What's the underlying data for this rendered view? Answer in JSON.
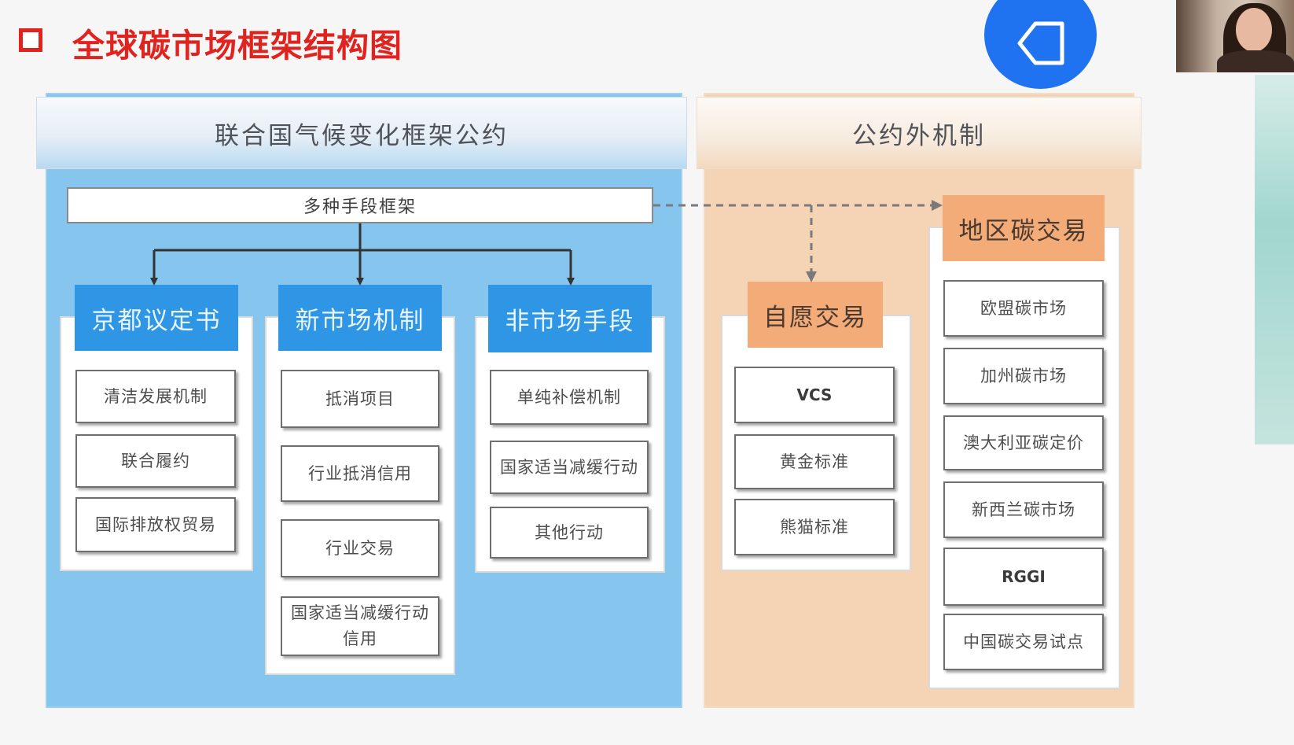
{
  "title": "全球碳市场框架结构图",
  "icons": {
    "title_bullet": "square-outline-icon",
    "back": "back-arrow-icon"
  },
  "colors": {
    "title": "#e0231e",
    "unfccc_bg": "#86c5ee",
    "outer_bg": "#f5d3b5",
    "blue_header": "#2e96e4",
    "orange_header": "#f3ab78",
    "back_button": "#1f73f0"
  },
  "unfccc": {
    "header": "联合国气候变化框架公约",
    "framework": "多种手段框架",
    "groups": [
      {
        "title": "京都议定书",
        "items": [
          "清洁发展机制",
          "联合履约",
          "国际排放权贸易"
        ]
      },
      {
        "title": "新市场机制",
        "items": [
          "抵消项目",
          "行业抵消信用",
          "行业交易",
          "国家适当减缓行动信用"
        ]
      },
      {
        "title": "非市场手段",
        "items": [
          "单纯补偿机制",
          "国家适当减缓行动",
          "其他行动"
        ]
      }
    ]
  },
  "outer": {
    "header": "公约外机制",
    "groups": [
      {
        "title": "自愿交易",
        "items": [
          "VCS",
          "黄金标准",
          "熊猫标准"
        ]
      },
      {
        "title": "地区碳交易",
        "items": [
          "欧盟碳市场",
          "加州碳市场",
          "澳大利亚碳定价",
          "新西兰碳市场",
          "RGGI",
          "中国碳交易试点"
        ]
      }
    ]
  }
}
